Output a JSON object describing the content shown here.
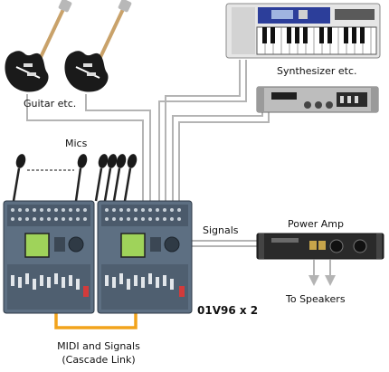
{
  "labels": {
    "guitar": "Guitar etc.",
    "synthesizer": "Synthesizer etc.",
    "mics": "Mics",
    "signals": "Signals",
    "power_amp": "Power Amp",
    "to_speakers": "To Speakers",
    "console_model": "01V96 x 2",
    "cascade_line1": "MIDI and Signals",
    "cascade_line2": "(Cascade Link)"
  },
  "colors": {
    "cable": "#b4b4b4",
    "cascade_link": "#f2a31b",
    "guitar_body": "#1a1a1a",
    "console_body": "#5d6f82",
    "console_screen": "#9fd35a",
    "amp_body": "#2a2a2a",
    "synth_keys": "#ffffff"
  },
  "icons": [
    "guitar-icon",
    "microphone-icon",
    "synthesizer-icon",
    "rack-effects-icon",
    "mixing-console-icon",
    "power-amp-icon",
    "arrow-down-icon"
  ]
}
